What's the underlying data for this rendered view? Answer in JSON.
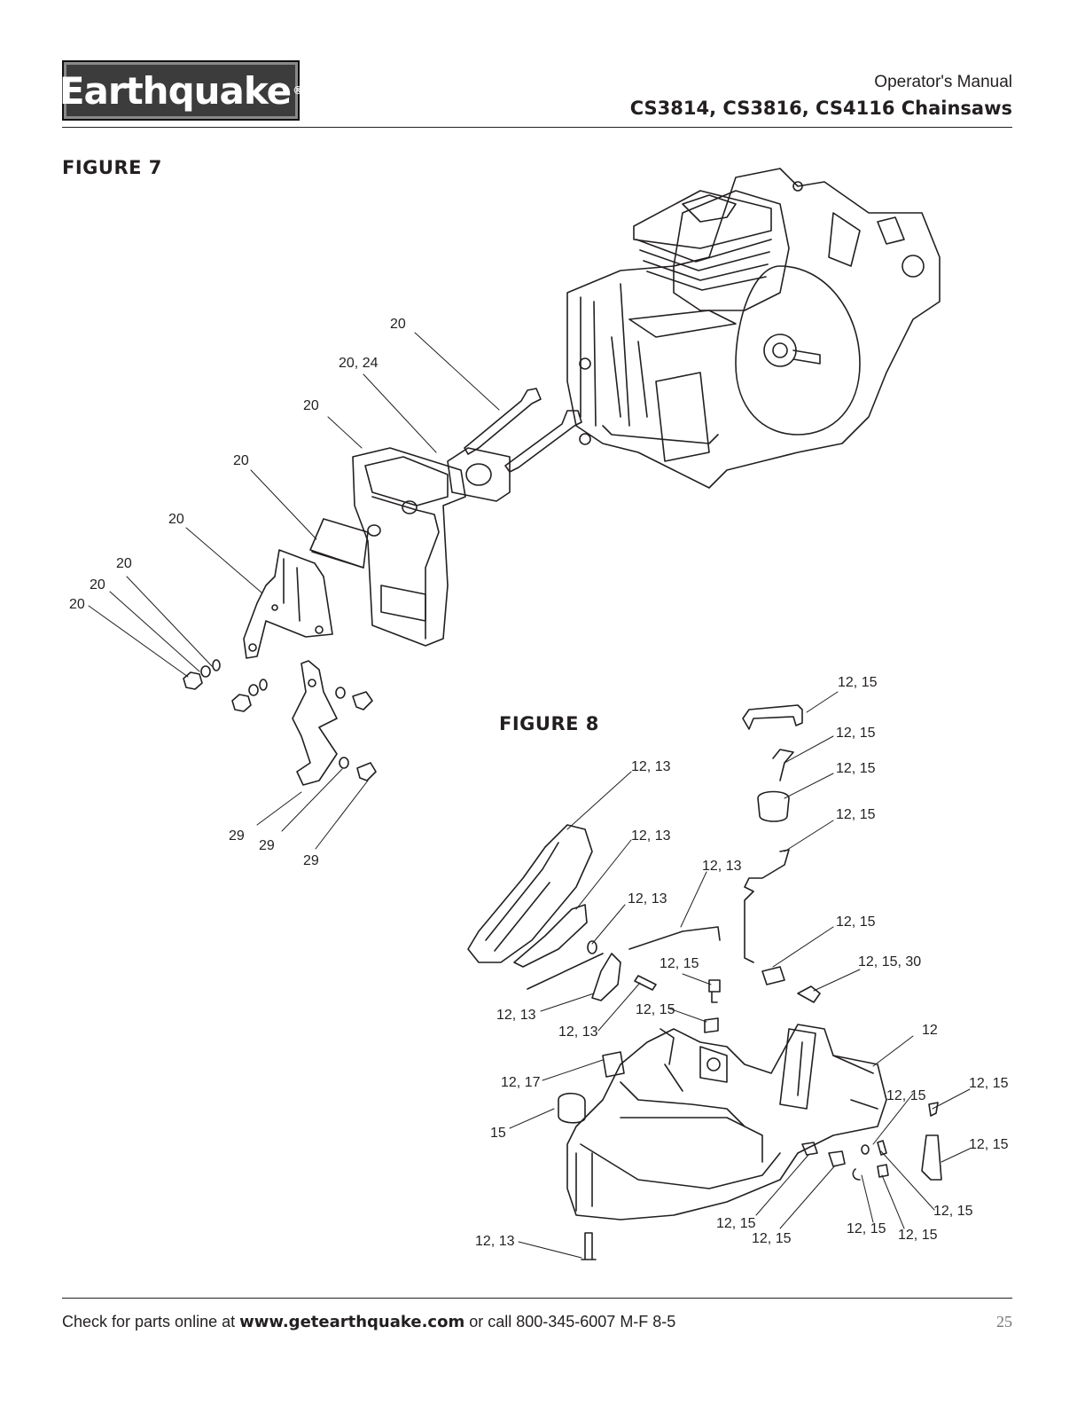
{
  "header": {
    "logo_text": "Earthquake",
    "logo_mark": "®",
    "subtitle": "Operator's Manual",
    "title": "CS3814, CS3816, CS4116 Chainsaws"
  },
  "figure7": {
    "label": "FIGURE 7",
    "callouts": [
      "20",
      "20, 24",
      "20",
      "20",
      "20",
      "20",
      "20",
      "20",
      "29",
      "29",
      "29"
    ]
  },
  "figure8": {
    "label": "FIGURE 8",
    "callouts": [
      "12, 15",
      "12, 15",
      "12, 15",
      "12, 15",
      "12, 13",
      "12, 13",
      "12, 13",
      "12, 13",
      "12, 15",
      "12, 15, 30",
      "12, 15",
      "12, 13",
      "12, 15",
      "12, 13",
      "12",
      "12, 17",
      "12, 15",
      "12, 15",
      "15",
      "12, 15",
      "12, 15",
      "12, 15",
      "12, 15",
      "12, 15",
      "12, 15",
      "12, 13"
    ]
  },
  "footer": {
    "prefix": "Check for parts online at ",
    "url": "www.getearthquake.com",
    "suffix": " or call 800-345-6007 M-F 8-5",
    "page_number": "25"
  }
}
